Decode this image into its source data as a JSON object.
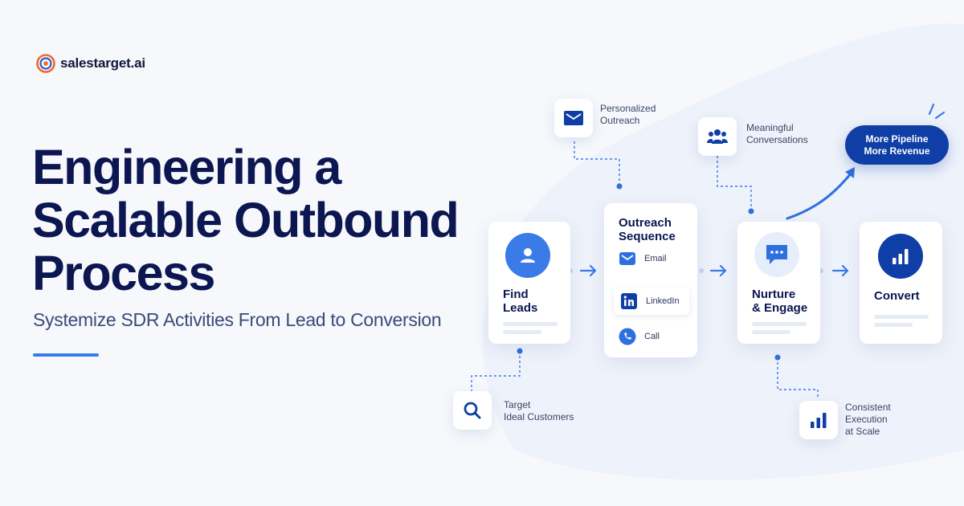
{
  "brand": {
    "name": "salestarget.ai"
  },
  "hero": {
    "title_lines": [
      "Engineering a",
      "Scalable Outbound",
      "Process"
    ],
    "subtitle": "Systemize SDR Activities From Lead to Conversion"
  },
  "flow": {
    "stages": [
      {
        "title_lines": [
          "Find",
          "Leads"
        ],
        "icon": "user-icon"
      },
      {
        "title_lines": [
          "Outreach",
          "Sequence"
        ],
        "icon": ""
      },
      {
        "title_lines": [
          "Nurture",
          "& Engage"
        ],
        "icon": "chat-icon"
      },
      {
        "title_lines": [
          "Convert"
        ],
        "icon": "bar-chart-icon"
      }
    ],
    "sequence_channels": [
      {
        "label": "Email",
        "icon": "envelope-icon"
      },
      {
        "label": "LinkedIn",
        "icon": "linkedin-icon"
      },
      {
        "label": "Call",
        "icon": "phone-icon"
      }
    ],
    "callouts": {
      "outreach": {
        "lines": [
          "Personalized",
          "Outreach"
        ],
        "icon": "envelope-icon"
      },
      "conversations": {
        "lines": [
          "Meaningful",
          "Conversations"
        ],
        "icon": "people-icon"
      },
      "target": {
        "lines": [
          "Target",
          "Ideal Customers"
        ],
        "icon": "search-icon"
      },
      "execution": {
        "lines": [
          "Consistent",
          "Execution",
          "at Scale"
        ],
        "icon": "bar-chart-icon"
      }
    },
    "cta_lines": [
      "More Pipeline",
      "More Revenue"
    ]
  },
  "colors": {
    "primary": "#0f3fa6",
    "accent": "#3a7be8",
    "headline": "#0c1650",
    "logo_orange": "#f0692e"
  }
}
